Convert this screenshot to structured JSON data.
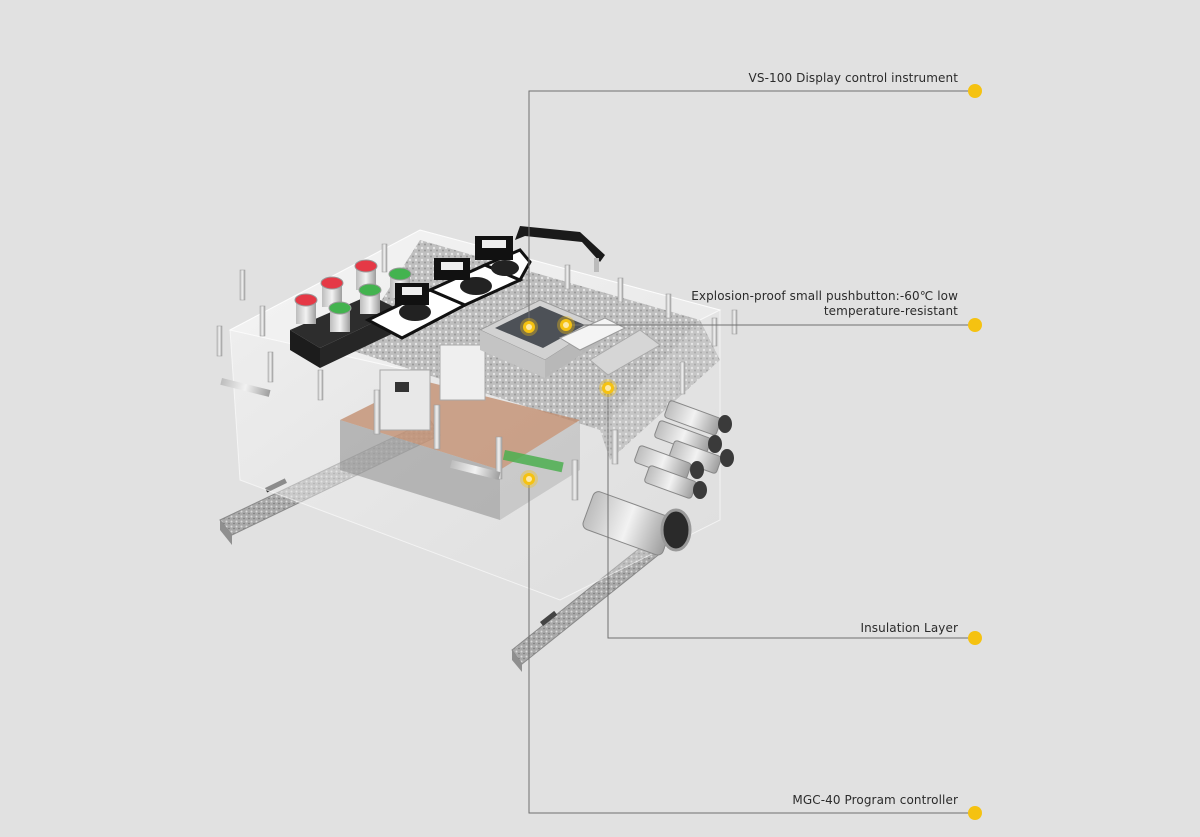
{
  "diagram": {
    "subject": "Explosion-proof control box exploded view",
    "accent_color": "#f5c211",
    "line_color": "#707070",
    "background_color": "#e1e1e1",
    "callouts": [
      {
        "id": "vs100",
        "label": "VS-100 Display control instrument"
      },
      {
        "id": "pushbutton",
        "label_line1": "Explosion-proof small pushbutton:-60℃ low",
        "label_line2": "temperature-resistant"
      },
      {
        "id": "insulation",
        "label": "Insulation Layer"
      },
      {
        "id": "mgc40",
        "label": "MGC-40 Program controller"
      }
    ]
  }
}
